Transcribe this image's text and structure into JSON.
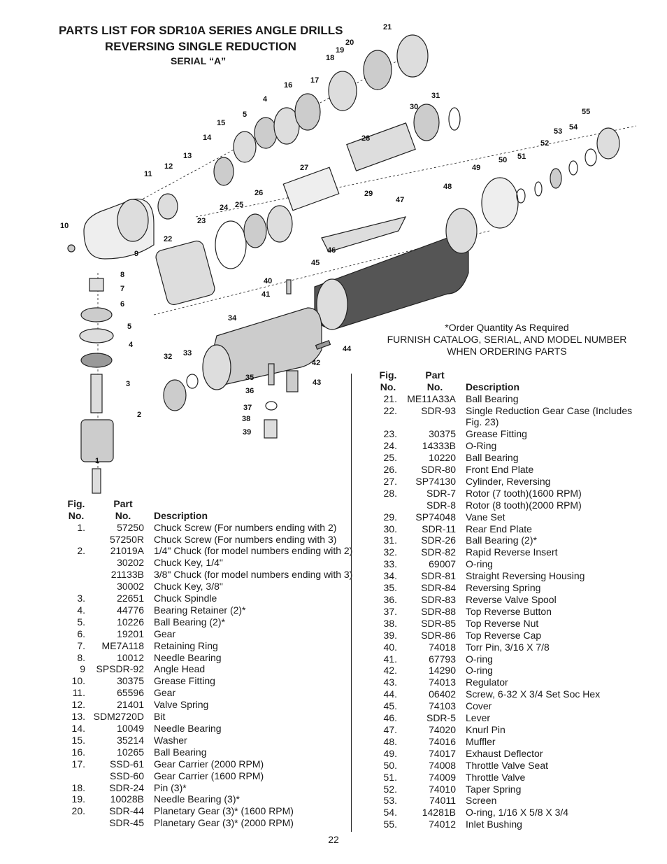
{
  "header": {
    "title_line1": "PARTS LIST FOR SDR10A SERIES ANGLE DRILLS",
    "title_line2": "REVERSING SINGLE REDUCTION",
    "serial": "SERIAL “A”"
  },
  "note": {
    "line1": "*Order Quantity As Required",
    "line2": "FURNISH CATALOG, SERIAL, AND MODEL NUMBER",
    "line3": "WHEN ORDERING PARTS"
  },
  "table_headers": {
    "fig_top": "Fig.",
    "fig_bottom": "No.",
    "part_top": "Part",
    "part_bottom": "No.",
    "description": "Description"
  },
  "diagram": {
    "callouts": [
      "1",
      "2",
      "3",
      "4",
      "5",
      "6",
      "7",
      "8",
      "9",
      "10",
      "11",
      "12",
      "13",
      "14",
      "15",
      "16",
      "17",
      "18",
      "19",
      "20",
      "21",
      "22",
      "23",
      "24",
      "25",
      "26",
      "27",
      "28",
      "29",
      "30",
      "31",
      "32",
      "33",
      "34",
      "35",
      "36",
      "37",
      "38",
      "39",
      "40",
      "41",
      "42",
      "43",
      "44",
      "45",
      "46",
      "47",
      "48",
      "49",
      "50",
      "51",
      "52",
      "53",
      "54",
      "55",
      "4",
      "5"
    ]
  },
  "parts_left": [
    {
      "fig": "1.",
      "part": "57250",
      "desc": "Chuck Screw (For numbers ending with 2)"
    },
    {
      "fig": "",
      "part": "57250R",
      "desc": "Chuck Screw (For numbers ending with 3)"
    },
    {
      "fig": "2.",
      "part": "21019A",
      "desc": "1/4\" Chuck (for model numbers ending with 2)"
    },
    {
      "fig": "",
      "part": "30202",
      "desc": "Chuck Key, 1/4\""
    },
    {
      "fig": "",
      "part": "21133B",
      "desc": "3/8\" Chuck (for model numbers ending with 3)"
    },
    {
      "fig": "",
      "part": "30002",
      "desc": "Chuck Key, 3/8\""
    },
    {
      "fig": "3.",
      "part": "22651",
      "desc": "Chuck Spindle"
    },
    {
      "fig": "4.",
      "part": "44776",
      "desc": "Bearing Retainer (2)*"
    },
    {
      "fig": "5.",
      "part": "10226",
      "desc": "Ball Bearing (2)*"
    },
    {
      "fig": "6.",
      "part": "19201",
      "desc": "Gear"
    },
    {
      "fig": "7.",
      "part": "ME7A118",
      "desc": "Retaining Ring"
    },
    {
      "fig": "8.",
      "part": "10012",
      "desc": "Needle Bearing"
    },
    {
      "fig": "9",
      "part": "SPSDR-92",
      "desc": "Angle Head"
    },
    {
      "fig": "10.",
      "part": "30375",
      "desc": "Grease Fitting"
    },
    {
      "fig": "11.",
      "part": "65596",
      "desc": "Gear"
    },
    {
      "fig": "12.",
      "part": "21401",
      "desc": "Valve Spring"
    },
    {
      "fig": "13.",
      "part": "SDM2720D",
      "desc": "Bit"
    },
    {
      "fig": "14.",
      "part": "10049",
      "desc": "Needle Bearing"
    },
    {
      "fig": "15.",
      "part": "35214",
      "desc": "Washer"
    },
    {
      "fig": "16.",
      "part": "10265",
      "desc": "Ball Bearing"
    },
    {
      "fig": "17.",
      "part": "SSD-61",
      "desc": "Gear Carrier (2000 RPM)"
    },
    {
      "fig": "",
      "part": "SSD-60",
      "desc": "Gear Carrier (1600 RPM)"
    },
    {
      "fig": "18.",
      "part": "SDR-24",
      "desc": "Pin (3)*"
    },
    {
      "fig": "19.",
      "part": "10028B",
      "desc": "Needle Bearing (3)*"
    },
    {
      "fig": "20.",
      "part": "SDR-44",
      "desc": "Planetary Gear (3)* (1600 RPM)"
    },
    {
      "fig": "",
      "part": "SDR-45",
      "desc": "Planetary Gear (3)* (2000 RPM)"
    }
  ],
  "parts_right": [
    {
      "fig": "21.",
      "part": "ME11A33A",
      "desc": "Ball Bearing"
    },
    {
      "fig": "22.",
      "part": "SDR-93",
      "desc": "Single Reduction Gear Case (Includes"
    },
    {
      "fig": "",
      "part": "",
      "desc": "Fig. 23)"
    },
    {
      "fig": "23.",
      "part": "30375",
      "desc": "Grease Fitting"
    },
    {
      "fig": "24.",
      "part": "14333B",
      "desc": "O-Ring"
    },
    {
      "fig": "25.",
      "part": "10220",
      "desc": "Ball Bearing"
    },
    {
      "fig": "26.",
      "part": "SDR-80",
      "desc": "Front End Plate"
    },
    {
      "fig": "27.",
      "part": "SP74130",
      "desc": "Cylinder, Reversing"
    },
    {
      "fig": "28.",
      "part": "SDR-7",
      "desc": "Rotor (7 tooth)(1600 RPM)"
    },
    {
      "fig": "",
      "part": "SDR-8",
      "desc": "Rotor (8 tooth)(2000 RPM)"
    },
    {
      "fig": "29.",
      "part": "SP74048",
      "desc": "Vane Set"
    },
    {
      "fig": "30.",
      "part": "SDR-11",
      "desc": "Rear End Plate"
    },
    {
      "fig": "31.",
      "part": "SDR-26",
      "desc": "Ball Bearing (2)*"
    },
    {
      "fig": "32.",
      "part": "SDR-82",
      "desc": "Rapid Reverse Insert"
    },
    {
      "fig": "33.",
      "part": "69007",
      "desc": "O-ring"
    },
    {
      "fig": "34.",
      "part": "SDR-81",
      "desc": "Straight Reversing Housing"
    },
    {
      "fig": "35.",
      "part": "SDR-84",
      "desc": "Reversing Spring"
    },
    {
      "fig": "36.",
      "part": "SDR-83",
      "desc": "Reverse Valve Spool"
    },
    {
      "fig": "37.",
      "part": "SDR-88",
      "desc": "Top Reverse Button"
    },
    {
      "fig": "38.",
      "part": "SDR-85",
      "desc": "Top Reverse Nut"
    },
    {
      "fig": "39.",
      "part": "SDR-86",
      "desc": "Top Reverse Cap"
    },
    {
      "fig": "40.",
      "part": "74018",
      "desc": "Torr Pin, 3/16 X 7/8"
    },
    {
      "fig": "41.",
      "part": "67793",
      "desc": "O-ring"
    },
    {
      "fig": "42.",
      "part": "14290",
      "desc": "O-ring"
    },
    {
      "fig": "43.",
      "part": "74013",
      "desc": "Regulator"
    },
    {
      "fig": "44.",
      "part": "06402",
      "desc": "Screw, 6-32 X 3/4 Set Soc Hex"
    },
    {
      "fig": "45.",
      "part": "74103",
      "desc": "Cover"
    },
    {
      "fig": "46.",
      "part": "SDR-5",
      "desc": "Lever"
    },
    {
      "fig": "47.",
      "part": "74020",
      "desc": "Knurl Pin"
    },
    {
      "fig": "48.",
      "part": "74016",
      "desc": "Muffler"
    },
    {
      "fig": "49.",
      "part": "74017",
      "desc": "Exhaust Deflector"
    },
    {
      "fig": "50.",
      "part": "74008",
      "desc": "Throttle Valve Seat"
    },
    {
      "fig": "51.",
      "part": "74009",
      "desc": "Throttle Valve"
    },
    {
      "fig": "52.",
      "part": "74010",
      "desc": "Taper Spring"
    },
    {
      "fig": "53.",
      "part": "74011",
      "desc": "Screen"
    },
    {
      "fig": "54.",
      "part": "14281B",
      "desc": "O-ring, 1/16 X 5/8 X 3/4"
    },
    {
      "fig": "55.",
      "part": "74012",
      "desc": "Inlet Bushing"
    }
  ],
  "page_number": "22"
}
